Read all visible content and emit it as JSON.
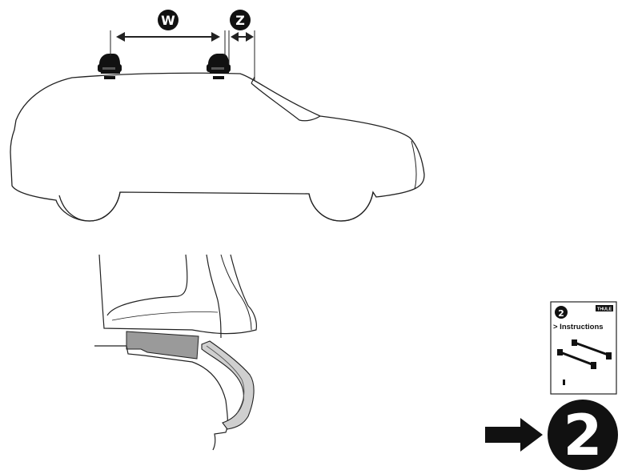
{
  "dimensions": {
    "w_label": "W",
    "z_label": "Z"
  },
  "booklet": {
    "step_number": "2",
    "brand": "THULE",
    "heading": "> Instructions"
  },
  "next_step": {
    "number": "2"
  },
  "colors": {
    "ink": "#111111",
    "outline": "#222222",
    "paper": "#ffffff",
    "pad_gray": "#9a9a9a",
    "light_gray": "#cfcfcf"
  },
  "icons": {
    "arrow": "right-arrow-icon",
    "foot": "roof-rack-foot-icon"
  }
}
